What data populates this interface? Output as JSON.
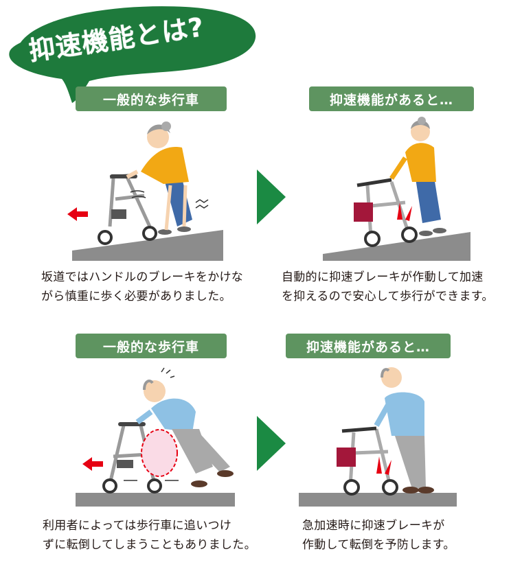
{
  "title": {
    "text": "抑速機能とは?",
    "bubble_color": "#1e7a3c",
    "text_color": "#ffffff"
  },
  "colors": {
    "label_bg": "#5e9460",
    "label_text": "#ffffff",
    "arrow": "#1b8a43",
    "slope": "#8c8c8c",
    "red_arrow": "#e60012",
    "caption_text": "#231815"
  },
  "panels": [
    {
      "id": "top-left",
      "label": "一般的な歩行車",
      "caption_lines": [
        "坂道ではハンドルのブレーキをかけな",
        "がら慎重に歩く必要がありました。"
      ],
      "scene": "woman-downhill-without-brake"
    },
    {
      "id": "top-right",
      "label": "抑速機能があると…",
      "caption_lines": [
        "自動的に抑速ブレーキが作動して加速",
        "を抑えるので安心して歩行ができます。"
      ],
      "scene": "woman-downhill-with-brake"
    },
    {
      "id": "bottom-left",
      "label": "一般的な歩行車",
      "caption_lines": [
        "利用者によっては歩行車に追いつけ",
        "ずに転倒してしまうこともありました。"
      ],
      "scene": "man-flat-falling"
    },
    {
      "id": "bottom-right",
      "label": "抑速機能があると…",
      "caption_lines": [
        "急加速時に抑速ブレーキが",
        "作動して転倒を予防します。"
      ],
      "scene": "man-flat-with-brake"
    }
  ],
  "arrows": [
    "right-arrow",
    "right-arrow"
  ]
}
